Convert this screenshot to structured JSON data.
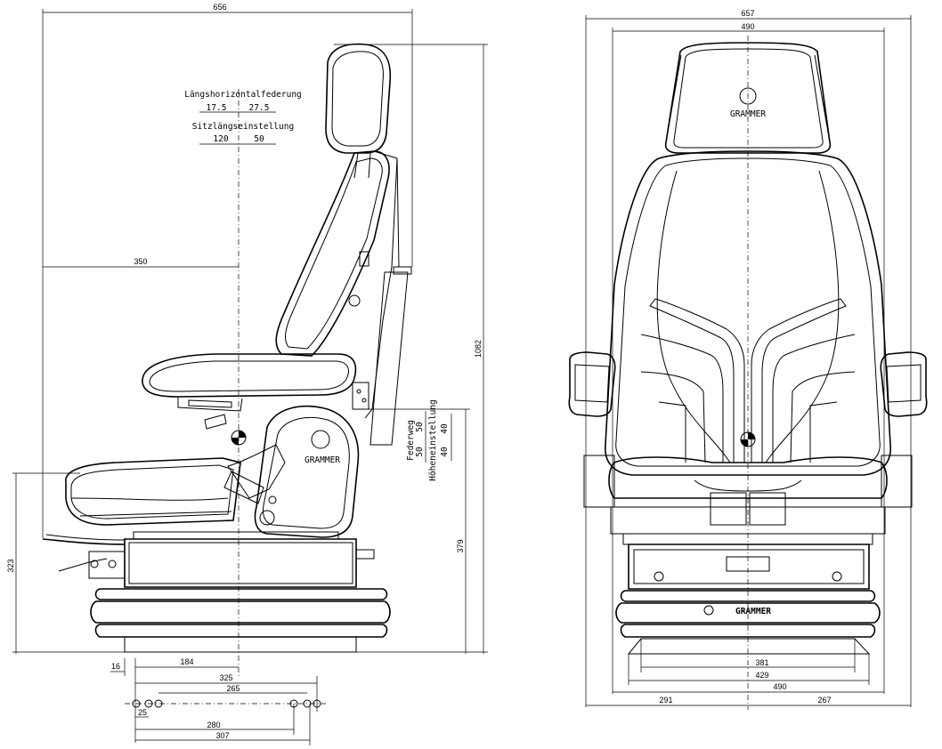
{
  "side_view": {
    "dims": {
      "total_width": "656",
      "height_total": "1082",
      "base_height": "379",
      "seat_height": "323",
      "horizontal_offset": "350",
      "bottom_16": "16",
      "bottom_184": "184",
      "bottom_325": "325",
      "bottom_265": "265",
      "bottom_25": "25",
      "bottom_280": "280",
      "bottom_307": "307"
    },
    "labels": {
      "laengshorizontal": "Längshorizontalfederung",
      "lhf_left": "17.5",
      "lhf_right": "27.5",
      "sitzlaengs": "Sitzlängseinstellung",
      "sle_left": "120",
      "sle_right": "50",
      "federweg": "Federweg",
      "fw_a": "50",
      "fw_b": "50",
      "hoehen": "Höheneinstellung",
      "he_a": "40",
      "he_b": "40",
      "brand": "GRAMMER"
    }
  },
  "front_view": {
    "dims": {
      "total_width": "657",
      "headrest_width": "490",
      "base_381": "381",
      "base_429": "429",
      "base_490": "490",
      "left_291": "291",
      "right_267": "267"
    },
    "labels": {
      "brand_headrest": "GRAMMER",
      "brand_base": "GRAMMER"
    }
  }
}
